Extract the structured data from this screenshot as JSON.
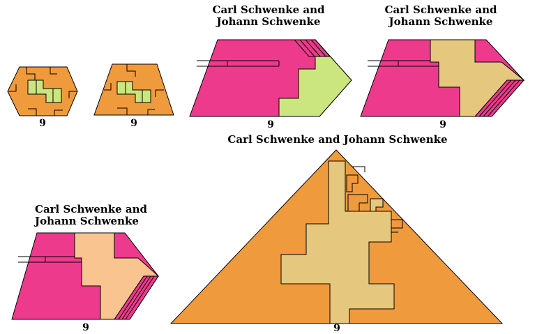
{
  "colors": {
    "background": "#FFFFFF",
    "orange": "#F09A3E",
    "pink": "#EE3A8C",
    "green": "#CCE67F",
    "tan": "#E6C77E",
    "peach": "#F9C48F",
    "outline": "#000000"
  },
  "figures": [
    {
      "name": "small-hexagon-zigzag",
      "label": "9"
    },
    {
      "name": "trapezoid-zigzag",
      "label": "9"
    },
    {
      "name": "hexagon-green-piece",
      "title_lines": [
        "Carl Schwenke and",
        "Johann Schwenke"
      ],
      "label": "9"
    },
    {
      "name": "hexagon-tan-piece",
      "title_lines": [
        "Carl Schwenke and",
        "Johann Schwenke"
      ],
      "label": "9"
    },
    {
      "name": "hexagon-peach-piece",
      "title_lines": [
        "Carl Schwenke and",
        "Johann Schwenke"
      ],
      "label": "9"
    },
    {
      "name": "large-triangle",
      "title_lines": [
        "Carl Schwenke and Johann Schwenke"
      ],
      "label": "9"
    }
  ]
}
